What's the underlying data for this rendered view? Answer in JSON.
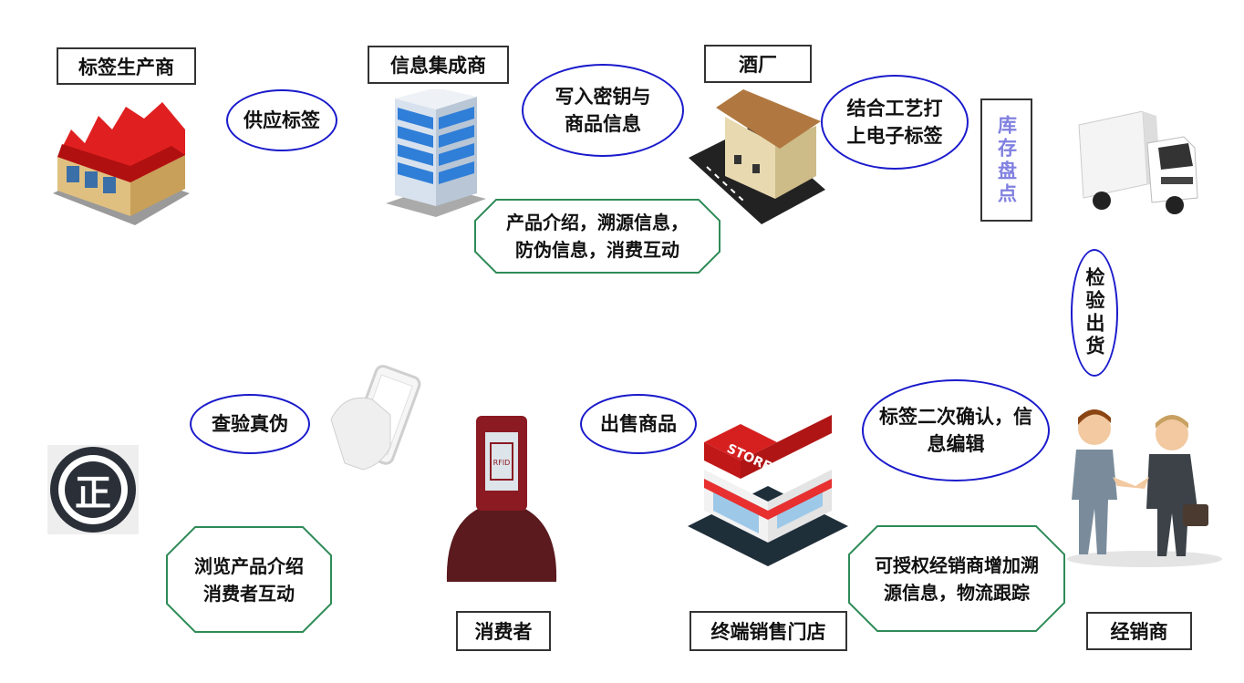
{
  "nodes": {
    "label_maker": "标签生产商",
    "integrator": "信息集成商",
    "winery": "酒厂",
    "consumer": "消费者",
    "store": "终端销售门店",
    "distributor": "经销商"
  },
  "actions": {
    "supply_labels": "供应标签",
    "write_keys": "写入密钥与商品信息",
    "craft_tag": "结合工艺打上电子标签",
    "inventory": "库存盘点",
    "inspect_ship": "检验出货",
    "secondary_confirm": "标签二次确认，信息编辑",
    "sell": "出售商品",
    "verify": "查验真伪"
  },
  "notes": {
    "product_info": "产品介绍，溯源信息，\n防伪信息，消费互动",
    "browse": "浏览产品介绍\n消费者互动",
    "distributor_auth": "可授权经销商增加溯\n源信息，物流跟踪"
  },
  "icons": {
    "zheng_glyph": "正",
    "rfid_label": "RFID",
    "store_sign": "STORE"
  },
  "colors": {
    "ellipse_border": "#1a1acc",
    "octagon_border": "#2e8b57",
    "inventory_text": "#8080e0"
  }
}
